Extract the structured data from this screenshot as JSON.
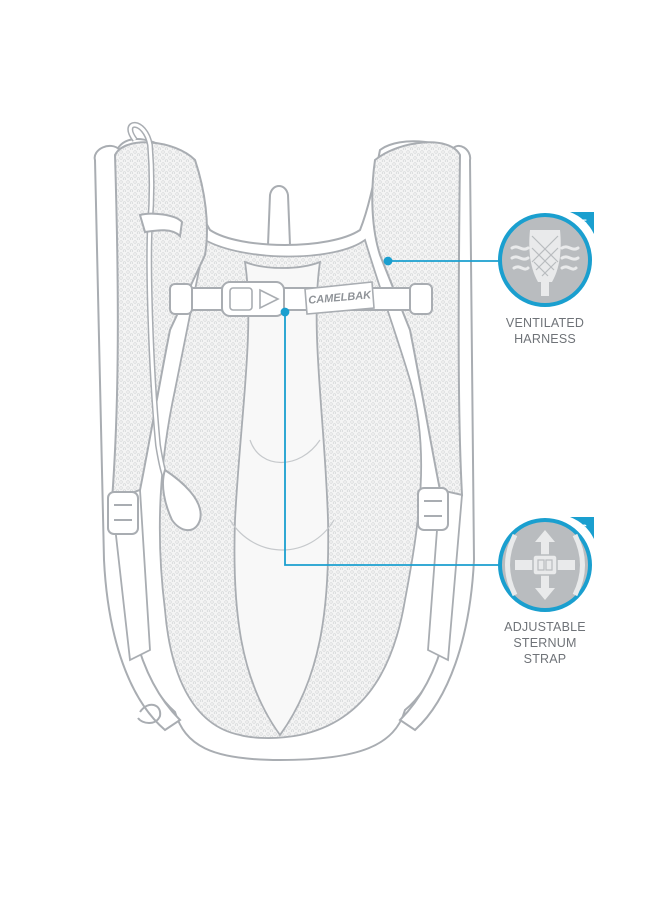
{
  "brand": {
    "logo_text": "CAMELBAK"
  },
  "colors": {
    "accent": "#1a9fcf",
    "outline": "#a9adb2",
    "mesh": "#eceded",
    "icon_bg": "#b9bcbf",
    "label": "#6f7378"
  },
  "features": [
    {
      "number": "5",
      "lines": [
        "VENTILATED",
        "HARNESS"
      ],
      "icon": "ventilated-mesh-icon"
    },
    {
      "number": "6",
      "lines": [
        "ADJUSTABLE",
        "STERNUM",
        "STRAP"
      ],
      "icon": "adjustable-strap-icon"
    }
  ]
}
